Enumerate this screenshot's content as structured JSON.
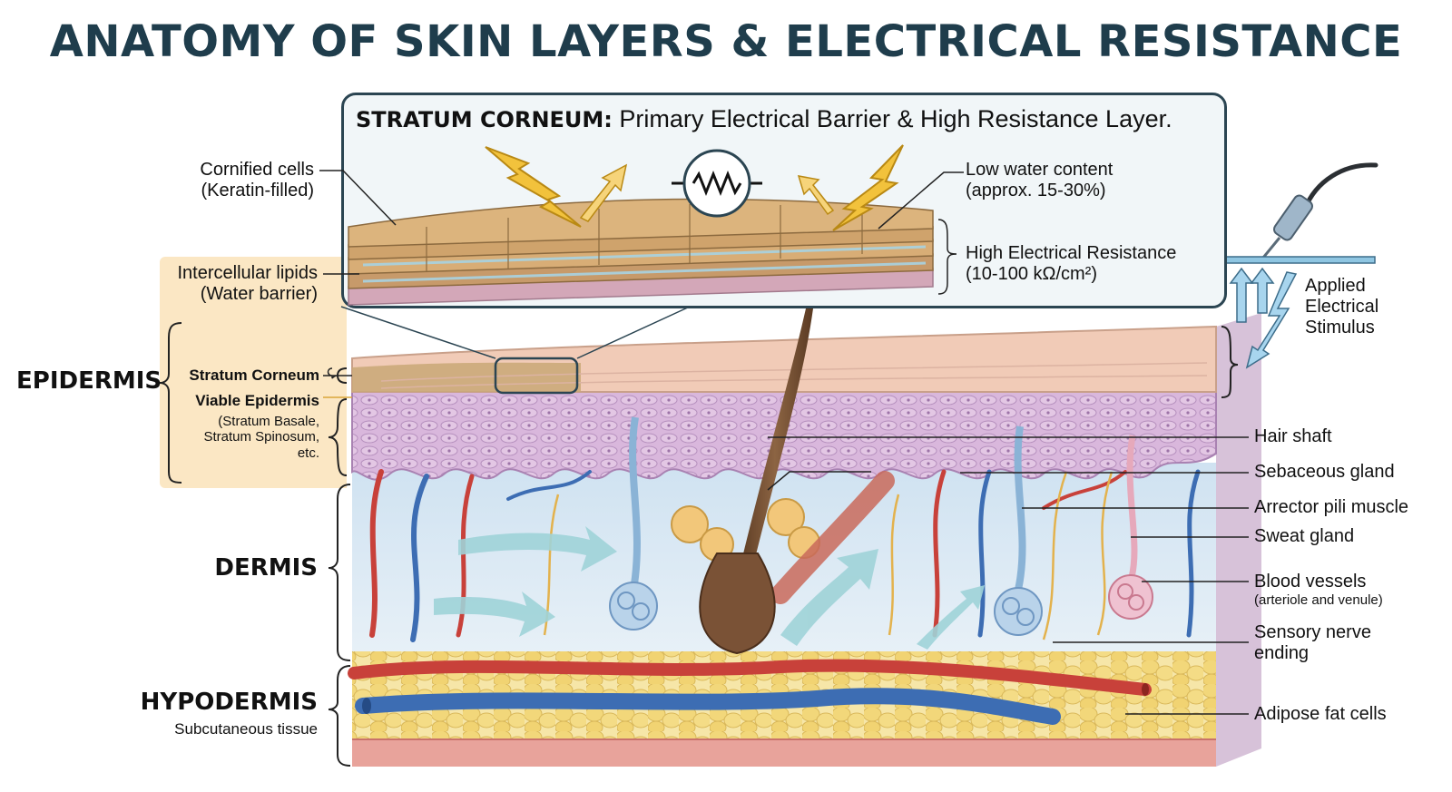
{
  "title": "ANATOMY OF SKIN LAYERS & ELECTRICAL RESISTANCE",
  "callout": {
    "heading_bold": "STRATUM CORNEUM:",
    "heading_rest": "Primary Electrical Barrier & High Resistance Layer.",
    "resistor_icon": "resistor-icon"
  },
  "left_labels": {
    "cornified_1": "Cornified cells",
    "cornified_2": "(Keratin-filled)",
    "lipids_1": "Intercellular lipids",
    "lipids_2": "(Water barrier)",
    "epidermis": "EPIDERMIS",
    "stratum_corneum": "Stratum Corneum",
    "viable_epidermis": "Viable Epidermis",
    "viable_sub_1": "(Stratum Basale,",
    "viable_sub_2": "Stratum Spinosum,",
    "viable_sub_3": "etc.",
    "dermis": "DERMIS",
    "hypodermis": "HYPODERMIS",
    "hypodermis_sub": "Subcutaneous tissue"
  },
  "right_labels": {
    "low_water_1": "Low water content",
    "low_water_2": "(approx. 15-30%)",
    "high_res_1": "High Electrical Resistance",
    "high_res_2": "(10-100 kΩ/cm²)",
    "stimulus_1": "Applied",
    "stimulus_2": "Electrical",
    "stimulus_3": "Stimulus",
    "hair_shaft": "Hair shaft",
    "sebaceous": "Sebaceous gland",
    "arrector": "Arrector pili muscle",
    "sweat": "Sweat gland",
    "blood_1": "Blood vessels",
    "blood_2": "(arteriole and venule)",
    "nerve_1": "Sensory nerve",
    "nerve_2": "ending",
    "adipose": "Adipose fat cells"
  },
  "colors": {
    "title": "#1f3d4c",
    "epidermis_surface": "#f3cdb8",
    "viable_layer": "#d8b3d8",
    "dermis": "#dbe9f4",
    "hypodermis_fat": "#f3dc8a",
    "artery": "#c8413a",
    "vein": "#3d6db3",
    "keratin_cells": "#d9b27a",
    "lightning": "#f2c23c",
    "stimulus": "#8fc6e2"
  }
}
